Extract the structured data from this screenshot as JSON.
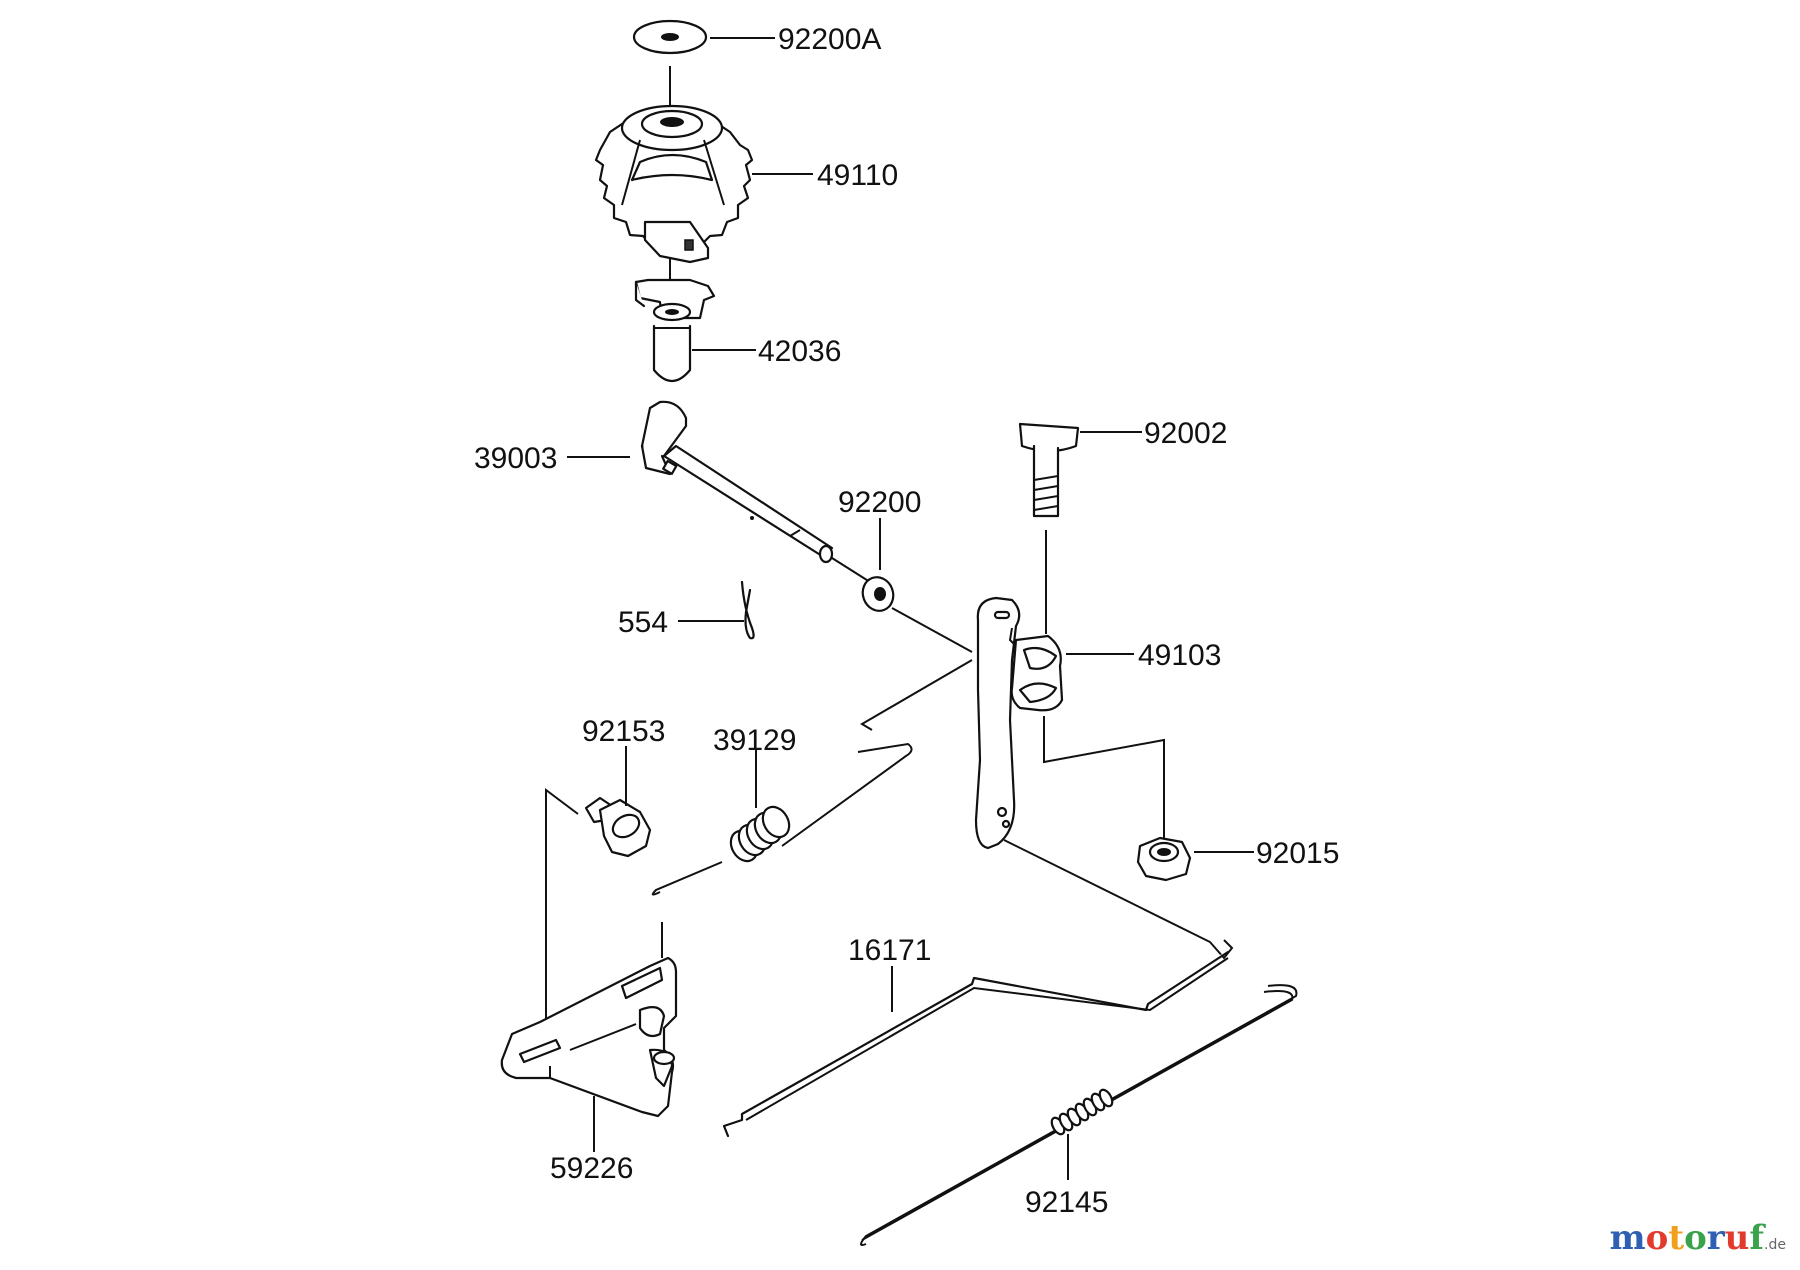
{
  "diagram": {
    "parts": [
      {
        "number": "92200A"
      },
      {
        "number": "49110"
      },
      {
        "number": "42036"
      },
      {
        "number": "92002"
      },
      {
        "number": "39003"
      },
      {
        "number": "92200"
      },
      {
        "number": "554"
      },
      {
        "number": "49103"
      },
      {
        "number": "92153"
      },
      {
        "number": "39129"
      },
      {
        "number": "92015"
      },
      {
        "number": "16171"
      },
      {
        "number": "59226"
      },
      {
        "number": "92145"
      }
    ]
  },
  "watermark": {
    "letters": [
      "m",
      "o",
      "t",
      "o",
      "r",
      "u",
      "f"
    ],
    "colors": [
      "#2f5fb3",
      "#e23b2e",
      "#f0a01c",
      "#3aa24a",
      "#2f5fb3",
      "#e23b2e",
      "#3aa24a"
    ],
    "suffix": ".de"
  }
}
